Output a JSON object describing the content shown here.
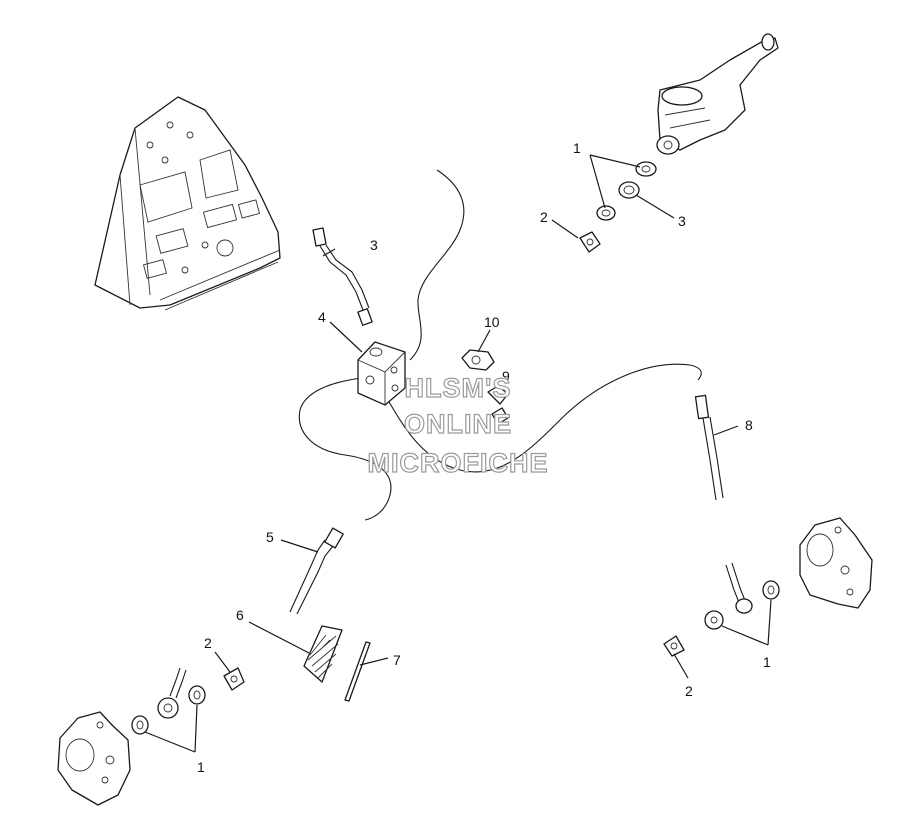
{
  "callouts": {
    "c1_top": "1",
    "c2_top": "2",
    "c3_top": "3",
    "c3_hose": "3",
    "c4": "4",
    "c10": "10",
    "c9": "9",
    "c8": "8",
    "c5": "5",
    "c6": "6",
    "c7": "7",
    "c2_left": "2",
    "c1_left": "1",
    "c1_right": "1",
    "c2_right": "2"
  },
  "watermark": {
    "line1": "HLSM'S",
    "line2": "ONLINE",
    "line3": "MICROFICHE"
  }
}
